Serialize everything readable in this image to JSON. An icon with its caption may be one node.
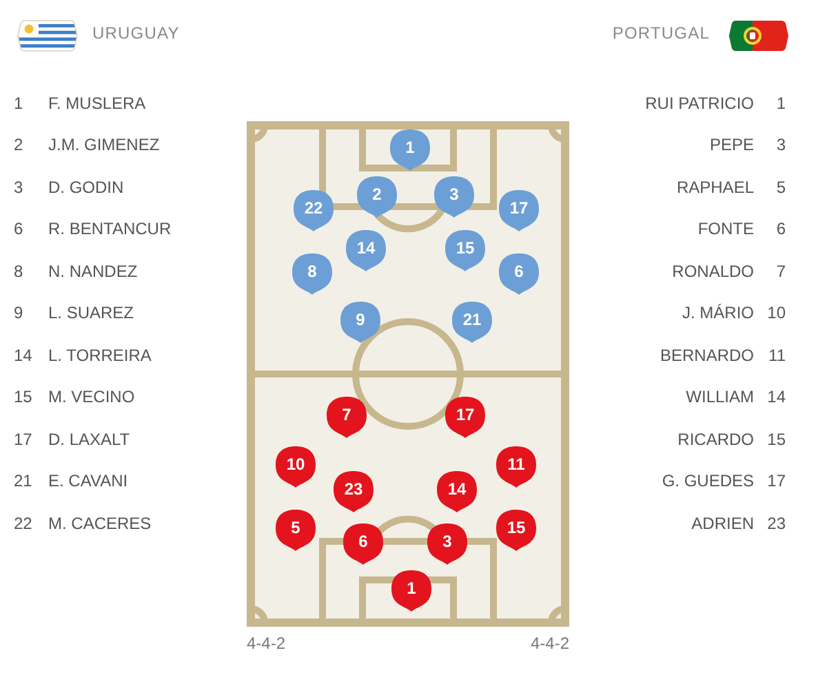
{
  "diagram": {
    "nodes": [
      {
        "text": [
          "1"
        ]
      },
      {
        "text": [
          "2"
        ]
      },
      {
        "text": [
          "3"
        ]
      },
      {
        "text": [
          "22"
        ]
      },
      {
        "text": [
          "17"
        ]
      },
      {
        "text": [
          "14"
        ]
      },
      {
        "text": [
          "15"
        ]
      },
      {
        "text": [
          "8"
        ]
      },
      {
        "text": [
          "6"
        ]
      },
      {
        "text": [
          "9"
        ]
      },
      {
        "text": [
          "21"
        ]
      },
      {
        "text": [
          "7"
        ]
      },
      {
        "text": [
          "17"
        ]
      },
      {
        "text": [
          "10"
        ]
      },
      {
        "text": [
          "11"
        ]
      },
      {
        "text": [
          "23"
        ]
      },
      {
        "text": [
          "14"
        ]
      },
      {
        "text": [
          "5"
        ]
      },
      {
        "text": [
          "15"
        ]
      },
      {
        "text": [
          "6"
        ]
      },
      {
        "text": [
          "3"
        ]
      },
      {
        "text": [
          "1"
        ]
      }
    ],
    "labels": [
      "URUGUAY",
      "PORTUGAL",
      "1",
      "F. MUSLERA",
      "RUI PATRICIO",
      "1",
      "2",
      "J.M. GIMENEZ",
      "PEPE",
      "3",
      "3",
      "D. GODIN",
      "RAPHAEL",
      "5",
      "6",
      "R. BENTANCUR",
      "FONTE",
      "6",
      "8",
      "N. NANDEZ",
      "RONALDO",
      "7",
      "9",
      "L. SUAREZ",
      "J. MÁRIO",
      "10",
      "14",
      "L. TORREIRA",
      "BERNARDO",
      "11",
      "15",
      "M. VECINO",
      "WILLIAM",
      "14",
      "17",
      "D. LAXALT",
      "RICARDO",
      "15",
      "21",
      "E. CAVANI",
      "G. GUEDES",
      "17",
      "22",
      "M. CACERES",
      "ADRIEN",
      "23",
      "4-4-2",
      "4-4-2"
    ]
  }
}
